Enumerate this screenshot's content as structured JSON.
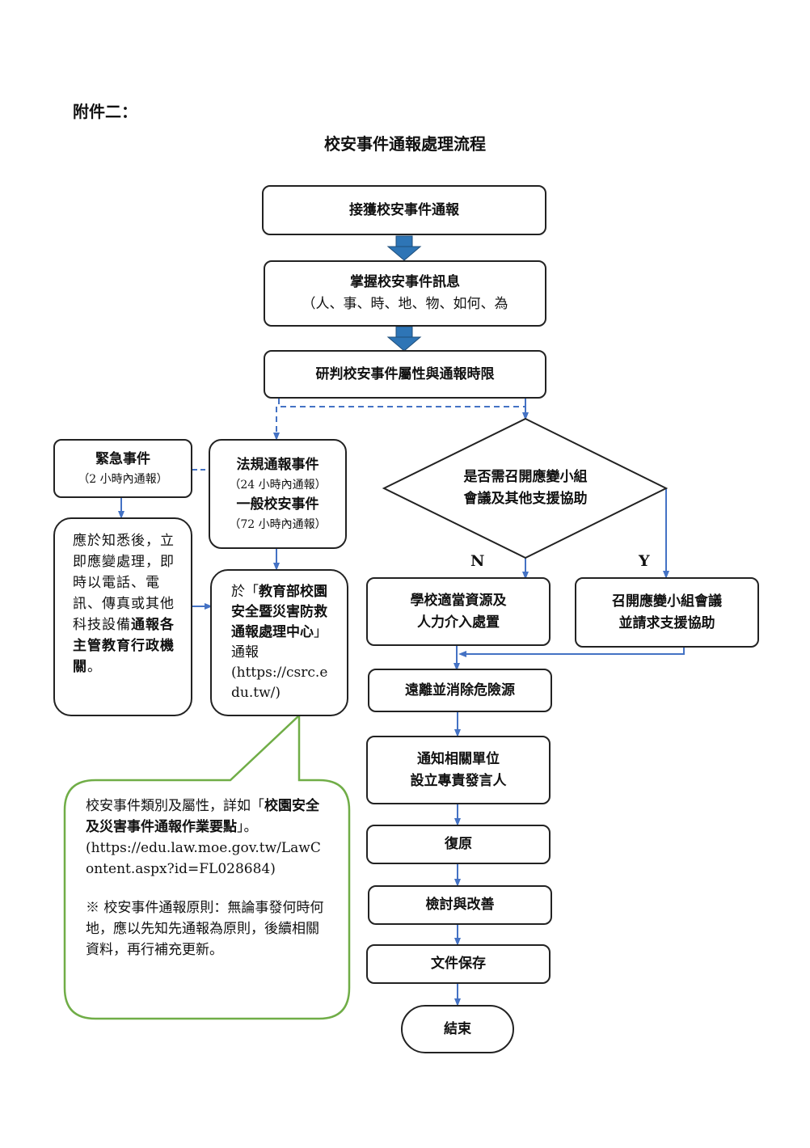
{
  "header": {
    "attachment_label": "附件二：",
    "title": "校安事件通報處理流程"
  },
  "nodes": {
    "receive": "接獲校安事件通報",
    "grasp_line1": "掌握校安事件訊息",
    "grasp_line2": "（人、事、時、地、物、如何、為",
    "judge": "研判校安事件屬性與通報時限",
    "emergency_title": "緊急事件",
    "emergency_note": "（2 小時內通報）",
    "emergency_detail_pre": "應於知悉後，立即應變處理，即時以電話、電訊、傳真或其他科技設備",
    "emergency_detail_bold": "通報各主管教育行政機關",
    "emergency_detail_post": "。",
    "legal_title": "法規通報事件",
    "legal_note": "（24 小時內通報）",
    "general_title": "一般校安事件",
    "general_note": "（72 小時內通報）",
    "center_pre": "於「",
    "center_bold": "教育部校園安全暨災害防救通報處理中心",
    "center_post": "」通報",
    "center_url": "(https://csrc.edu.tw/)",
    "decision_line1": "是否需召開應變小組",
    "decision_line2": "會議及其他支援協助",
    "label_n": "N",
    "label_y": "Y",
    "school_line1": "學校適當資源及",
    "school_line2": "人力介入處置",
    "convene_line1": "召開應變小組會議",
    "convene_line2": "並請求支援協助",
    "remove": "遠離並消除危險源",
    "notify_line1": "通知相關單位",
    "notify_line2": "設立專責發言人",
    "restore": "復原",
    "review": "檢討與改善",
    "archive": "文件保存",
    "end": "結束"
  },
  "callout": {
    "para1_pre": "校安事件類別及屬性，詳如「",
    "para1_bold": "校園安全及災害事件通報作業要點",
    "para1_post": "」。",
    "url": "(https://edu.law.moe.gov.tw/LawContent.aspx?id=FL028684)",
    "principle": "※ 校安事件通報原則：無論事發何時何地，應以先知先通報為原則，後續相關資料，再行補充更新。"
  },
  "colors": {
    "box_border": "#222222",
    "arrow_blue": "#4472c4",
    "arrow_dark_blue": "#1f4e8c",
    "callout_green": "#70ad47"
  }
}
